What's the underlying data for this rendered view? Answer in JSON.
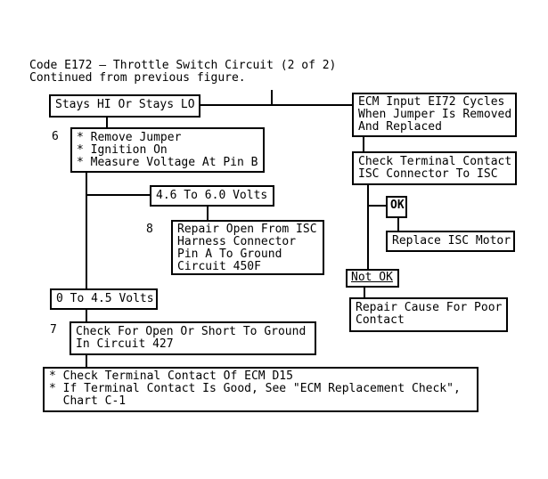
{
  "colors": {
    "background": "#ffffff",
    "foreground": "#000000"
  },
  "title": {
    "line1": "Code E172 – Throttle Switch Circuit (2 of 2)",
    "line2": "Continued from previous figure."
  },
  "step_numbers": {
    "step6": "6",
    "step7": "7",
    "step8": "8"
  },
  "boxes": {
    "stays": {
      "lines": [
        "Stays HI Or Stays LO"
      ]
    },
    "step6": {
      "lines": [
        "* Remove Jumper",
        "* Ignition On",
        "* Measure Voltage At Pin B"
      ]
    },
    "volts_high": {
      "lines": [
        "4.6 To 6.0 Volts"
      ]
    },
    "step8": {
      "lines": [
        "Repair Open From ISC",
        "Harness Connector",
        "Pin A To Ground",
        "Circuit 450F"
      ]
    },
    "volts_low": {
      "lines": [
        "0 To 4.5 Volts"
      ]
    },
    "step7": {
      "lines": [
        "Check For Open Or Short To Ground",
        "In Circuit 427"
      ]
    },
    "ecm_notes": {
      "lines": [
        "* Check Terminal Contact Of ECM D15",
        "* If Terminal Contact Is Good, See \"ECM Replacement Check\",",
        "  Chart C-1"
      ]
    },
    "ecm_input": {
      "lines": [
        "ECM Input EI72 Cycles",
        "When Jumper Is Removed",
        "And Replaced"
      ]
    },
    "check_terminal": {
      "lines": [
        "Check Terminal Contact",
        "ISC Connector To ISC"
      ]
    },
    "ok": {
      "lines": [
        "OK"
      ]
    },
    "replace_isc": {
      "lines": [
        "Replace ISC Motor"
      ]
    },
    "not_ok": {
      "lines": [
        "Not OK"
      ]
    },
    "repair_cause": {
      "lines": [
        "Repair Cause For Poor",
        "Contact"
      ]
    }
  }
}
